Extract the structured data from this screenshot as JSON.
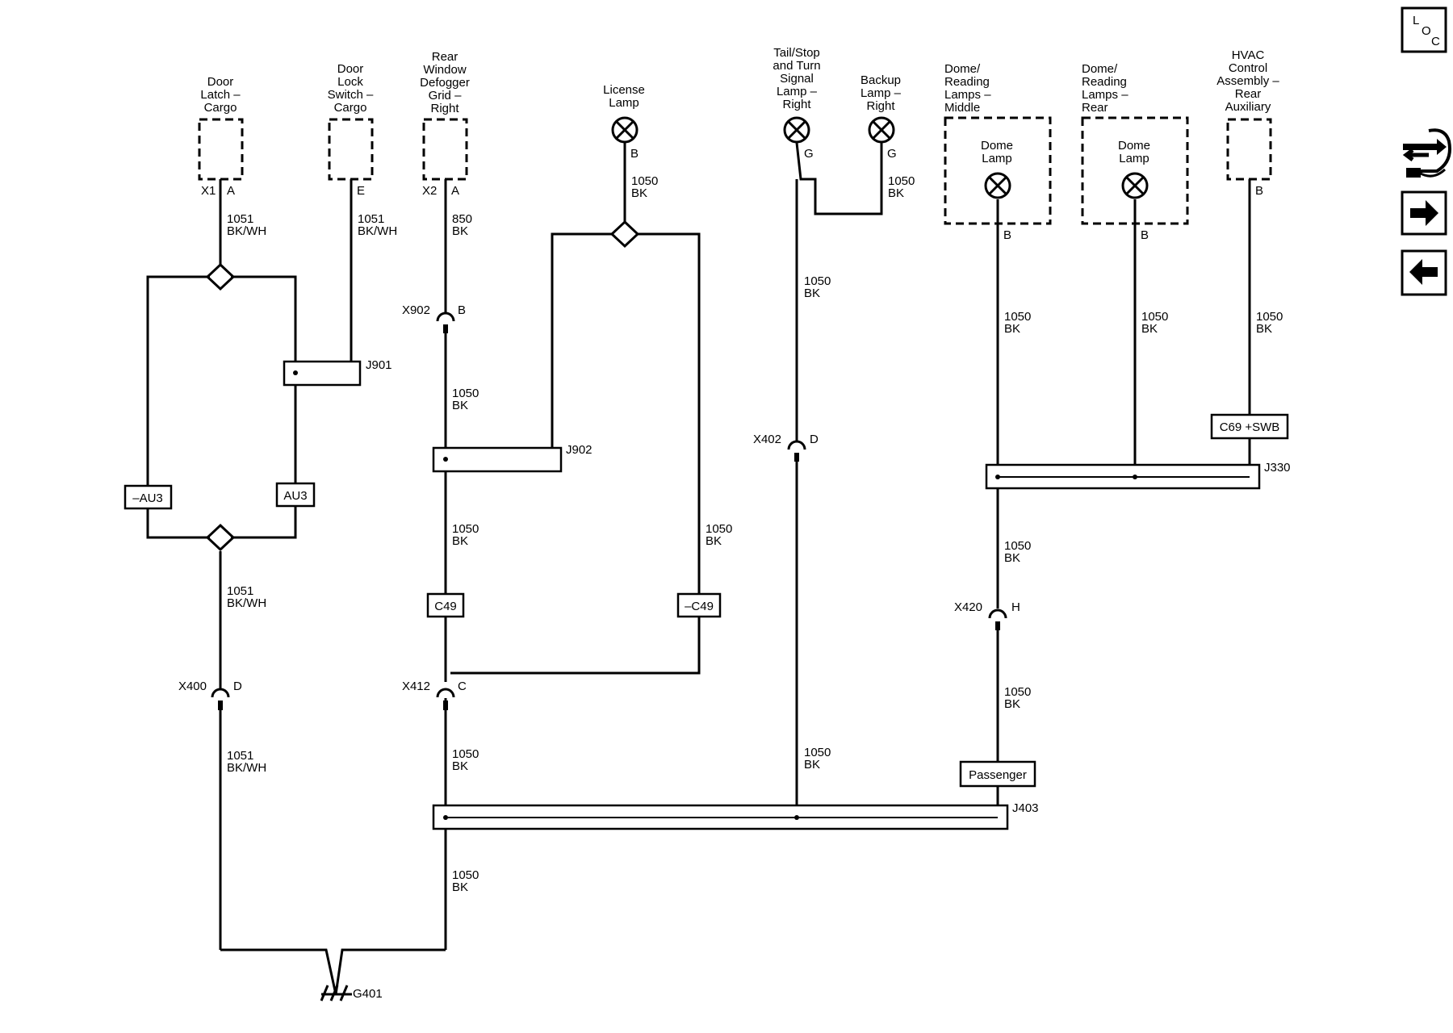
{
  "components": {
    "door_latch": [
      "Door",
      "Latch –",
      "Cargo"
    ],
    "door_lock_switch": [
      "Door",
      "Lock",
      "Switch –",
      "Cargo"
    ],
    "rear_defogger": [
      "Rear",
      "Window",
      "Defogger",
      "Grid –",
      "Right"
    ],
    "license_lamp": [
      "License",
      "Lamp"
    ],
    "tail_stop_turn": [
      "Tail/Stop",
      "and Turn",
      "Signal",
      "Lamp –",
      "Right"
    ],
    "backup_lamp": [
      "Backup",
      "Lamp –",
      "Right"
    ],
    "dome_reading_middle": [
      "Dome/",
      "Reading",
      "Lamps –",
      "Middle"
    ],
    "dome_reading_rear": [
      "Dome/",
      "Reading",
      "Lamps –",
      "Rear"
    ],
    "hvac_aux": [
      "HVAC",
      "Control",
      "Assembly –",
      "Rear",
      "Auxiliary"
    ],
    "dome_lamp": [
      "Dome",
      "Lamp"
    ]
  },
  "pins": {
    "x1": "X1",
    "a": "A",
    "e": "E",
    "x2": "X2",
    "b": "B",
    "g": "G",
    "x902": "X902",
    "x402": "X402",
    "d": "D",
    "x420": "X420",
    "h": "H",
    "x400": "X400",
    "x412": "X412",
    "c": "C"
  },
  "wires": {
    "w1051": "1051",
    "bkwh": "BK/WH",
    "w850": "850",
    "w1050": "1050",
    "bk": "BK"
  },
  "splices": {
    "j901": "J901",
    "j902": "J902",
    "j330": "J330",
    "j403": "J403"
  },
  "options": {
    "neg_au3": "–AU3",
    "au3": "AU3",
    "c49": "C49",
    "neg_c49": "–C49",
    "c69_swb": "C69 +SWB",
    "passenger": "Passenger"
  },
  "ground": {
    "g401": "G401"
  },
  "nav": {
    "loc_l": "L",
    "loc_o": "O",
    "loc_c": "C",
    "icons": [
      "loc-icon",
      "connector-swap-icon",
      "next-arrow-icon",
      "previous-arrow-icon"
    ]
  }
}
